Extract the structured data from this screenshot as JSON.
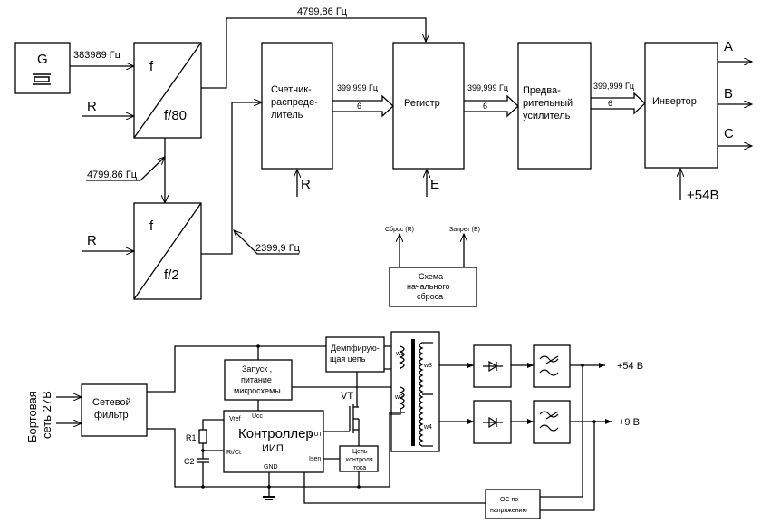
{
  "top": {
    "generator": {
      "label": "G",
      "freq": "383989 Гц"
    },
    "reset_label_1": "R",
    "reset_label_2": "R",
    "div80": {
      "top": "f",
      "bottom": "f/80"
    },
    "div2": {
      "top": "f",
      "bottom": "f/2"
    },
    "freq_top_line": "4799,86 Гц",
    "freq_div80_out": "4799,86 Гц",
    "freq_div2_out": "2399,9 Гц",
    "counter": {
      "lines": [
        "Счетчик-",
        "распреде-",
        "литель"
      ],
      "reset": "R"
    },
    "register": {
      "label": "Регистр",
      "enable": "E"
    },
    "preamp": {
      "lines": [
        "Предва-",
        "рительный",
        "усилитель"
      ]
    },
    "inverter": {
      "label": "Инвертор",
      "supply": "+54В",
      "outputs": [
        "A",
        "B",
        "C"
      ]
    },
    "bus1": {
      "freq": "399,999 Гц",
      "width": "6"
    },
    "bus2": {
      "freq": "399,999 Гц",
      "width": "6"
    },
    "bus3": {
      "freq": "399,999 Гц",
      "width": "6"
    },
    "init_reset": {
      "lines": [
        "Схема",
        "начального",
        "сброса"
      ],
      "out_reset": "Сброс (R)",
      "out_enable": "Запрет (E)"
    }
  },
  "bottom": {
    "input": {
      "lines": [
        "Бортовая",
        "сеть 27В"
      ]
    },
    "filter": {
      "lines": [
        "Сетевой",
        "фильтр"
      ]
    },
    "startup": {
      "lines": [
        "Запуск ,",
        "питание",
        "микросхемы"
      ]
    },
    "controller": {
      "lines": [
        "Контроллер",
        "ИИП"
      ],
      "pins": {
        "vref": "Vref",
        "ucc": "Ucc",
        "rtct": "Rt/Ct",
        "out": "OUT",
        "isen": "Isen",
        "gnd": "GND"
      }
    },
    "r1": "R1",
    "c2": "C2",
    "damper": {
      "lines": [
        "Демпфирую-",
        "щая цепь"
      ]
    },
    "transistor": "VT",
    "current_sense": {
      "lines": [
        "Цепь",
        "контроля",
        "тока"
      ]
    },
    "windings": [
      "w1",
      "w2",
      "w3",
      "w4"
    ],
    "outputs": [
      "+54 В",
      "+9 В"
    ],
    "feedback": {
      "lines": [
        "ОС по",
        "напряжению"
      ]
    }
  }
}
